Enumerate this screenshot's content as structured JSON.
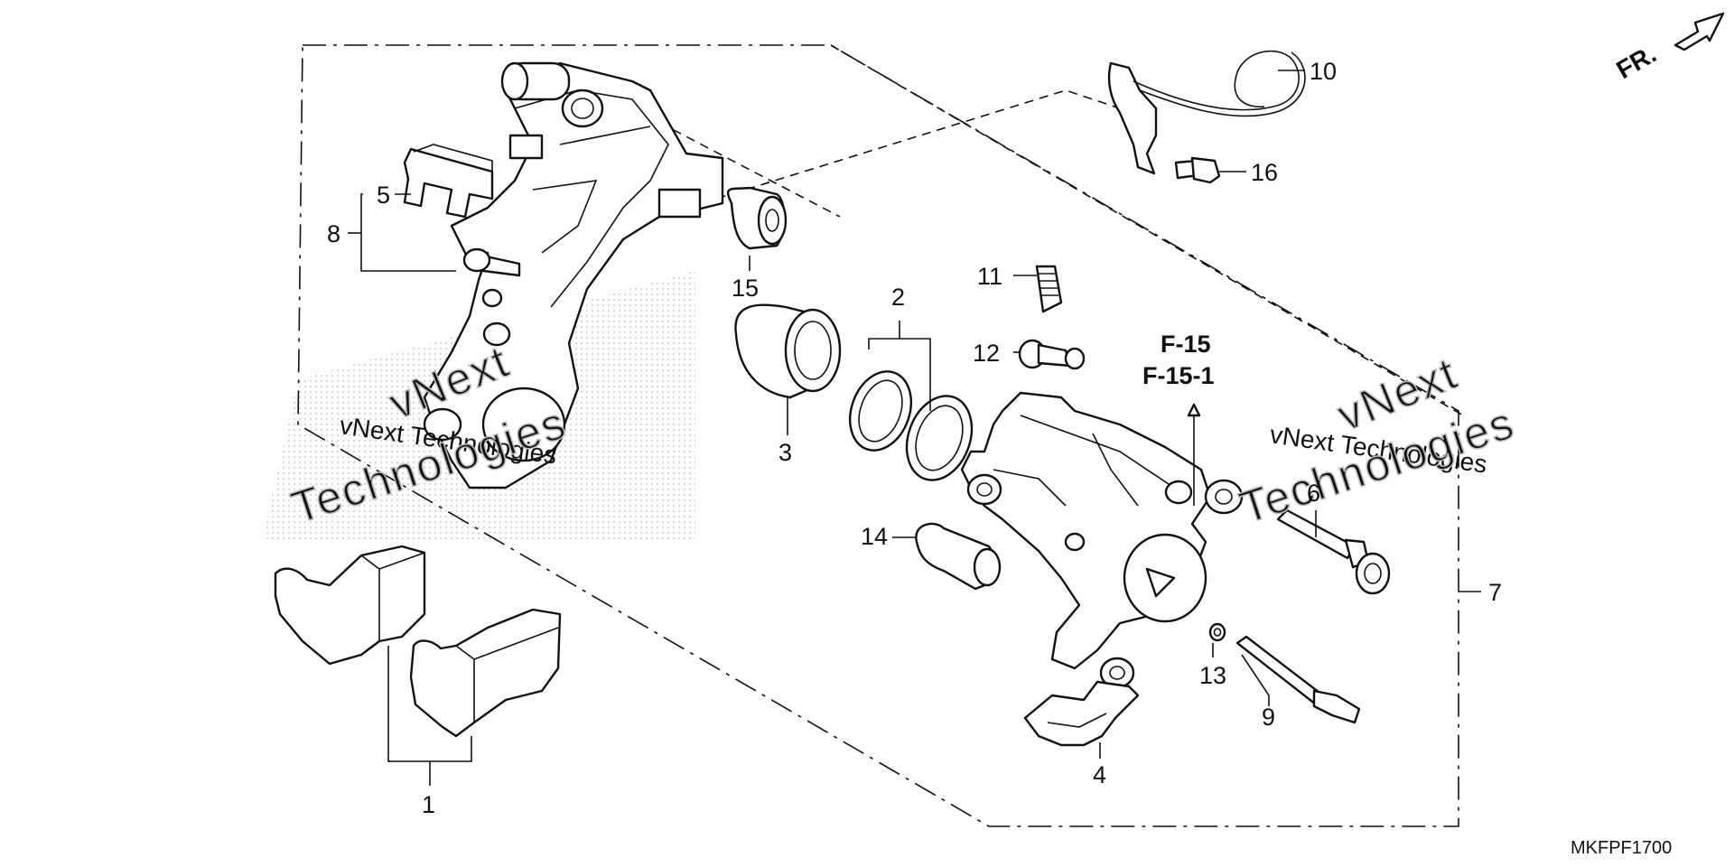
{
  "diagram": {
    "part_code": "MKFPF1700",
    "direction_label": "FR.",
    "reference_labels": [
      "F-15",
      "F-15-1"
    ],
    "watermark": {
      "small_text": "vNext Technologies",
      "large_line1": "vNext",
      "large_line2": "Technologies"
    },
    "callouts": {
      "c1": "1",
      "c2": "2",
      "c3": "3",
      "c4": "4",
      "c5": "5",
      "c6": "6",
      "c7": "7",
      "c8": "8",
      "c9": "9",
      "c10": "10",
      "c11": "11",
      "c12": "12",
      "c13": "13",
      "c14": "14",
      "c15": "15",
      "c16": "16"
    }
  }
}
